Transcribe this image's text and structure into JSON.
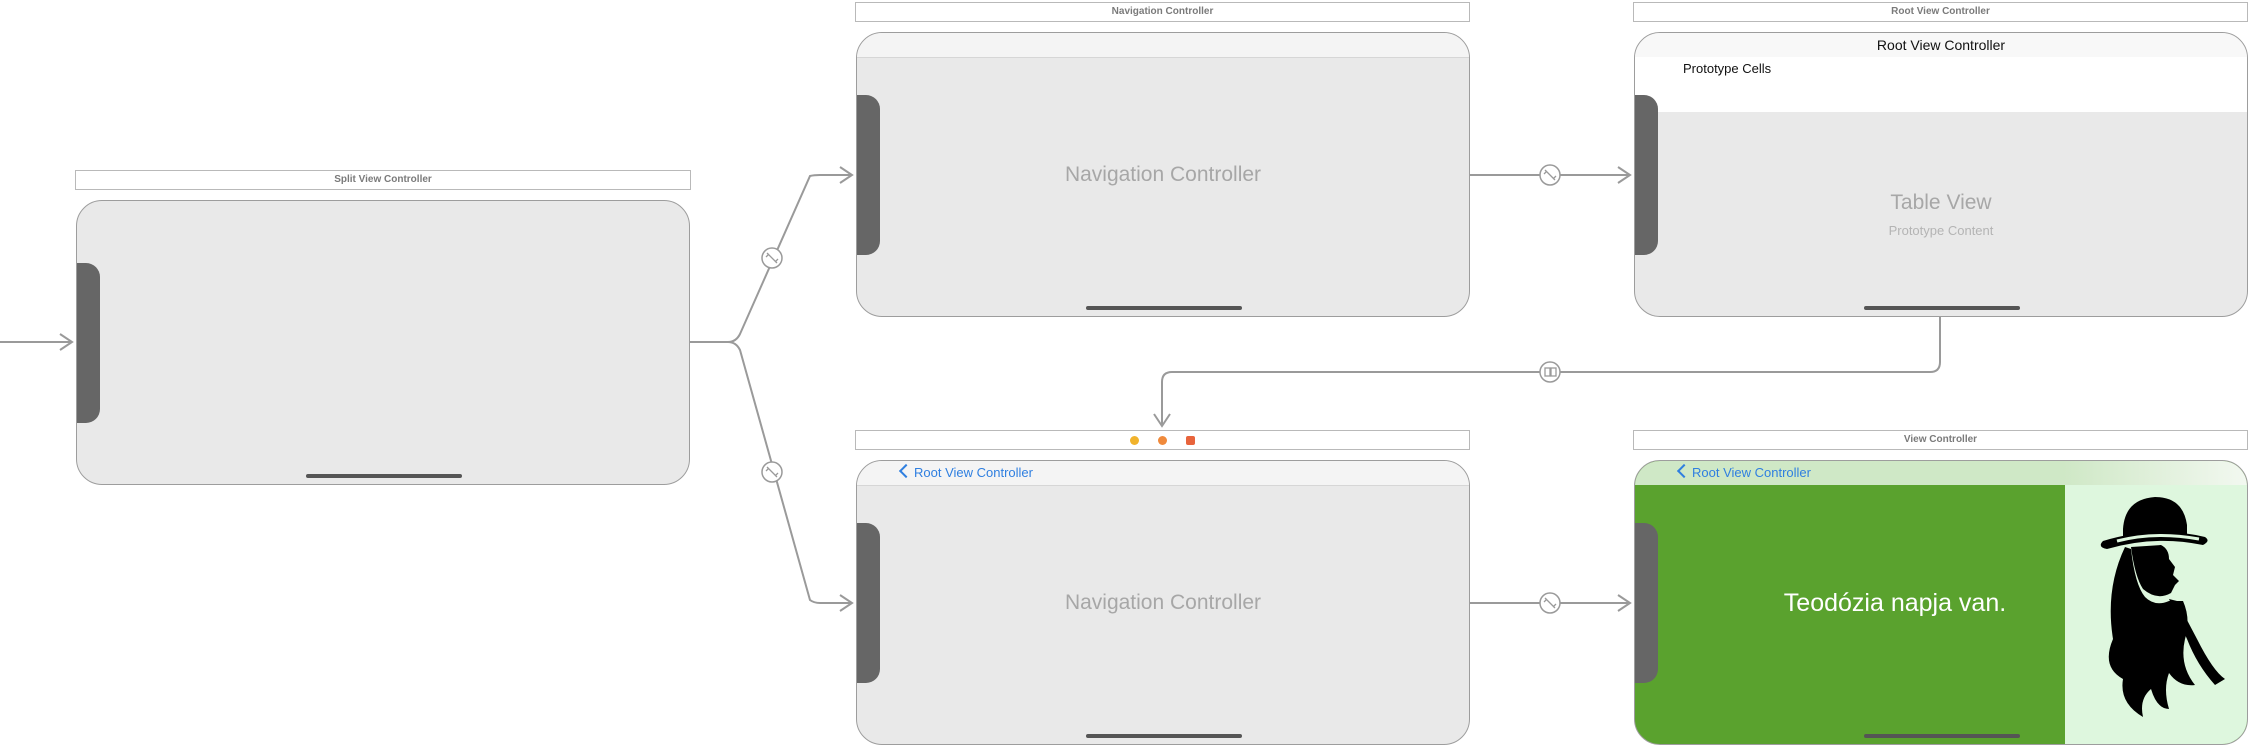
{
  "canvas": {
    "background": "#ffffff",
    "scene_bg": "#e9e9e9",
    "link_color": "#2f7fe0",
    "detail_green": "#5aa22e",
    "detail_light_green": "#def7de"
  },
  "scenes": {
    "split": {
      "title": "Split View Controller"
    },
    "nav_top": {
      "title": "Navigation Controller",
      "body_label": "Navigation Controller"
    },
    "root": {
      "title": "Root View Controller",
      "nav_title": "Root View Controller",
      "section_header": "Prototype Cells",
      "table_label": "Table View",
      "table_sublabel": "Prototype Content"
    },
    "nav_bottom": {
      "title": "",
      "back_label": "Root View Controller",
      "body_label": "Navigation Controller",
      "icons": [
        "view-controller-icon",
        "first-responder-icon",
        "exit-icon"
      ]
    },
    "detail": {
      "title": "View Controller",
      "back_label": "Root View Controller",
      "message": "Teodózia napja van.",
      "image_icon": "woman-with-hat-silhouette-icon"
    }
  },
  "segues": [
    {
      "from": "entry",
      "to": "split",
      "kind": "entry-arrow"
    },
    {
      "from": "split",
      "to": "nav_top",
      "kind": "relationship"
    },
    {
      "from": "split",
      "to": "nav_bottom",
      "kind": "relationship"
    },
    {
      "from": "nav_top",
      "to": "root",
      "kind": "relationship"
    },
    {
      "from": "root",
      "to": "nav_bottom",
      "kind": "show-detail"
    },
    {
      "from": "nav_bottom",
      "to": "detail",
      "kind": "relationship"
    }
  ]
}
